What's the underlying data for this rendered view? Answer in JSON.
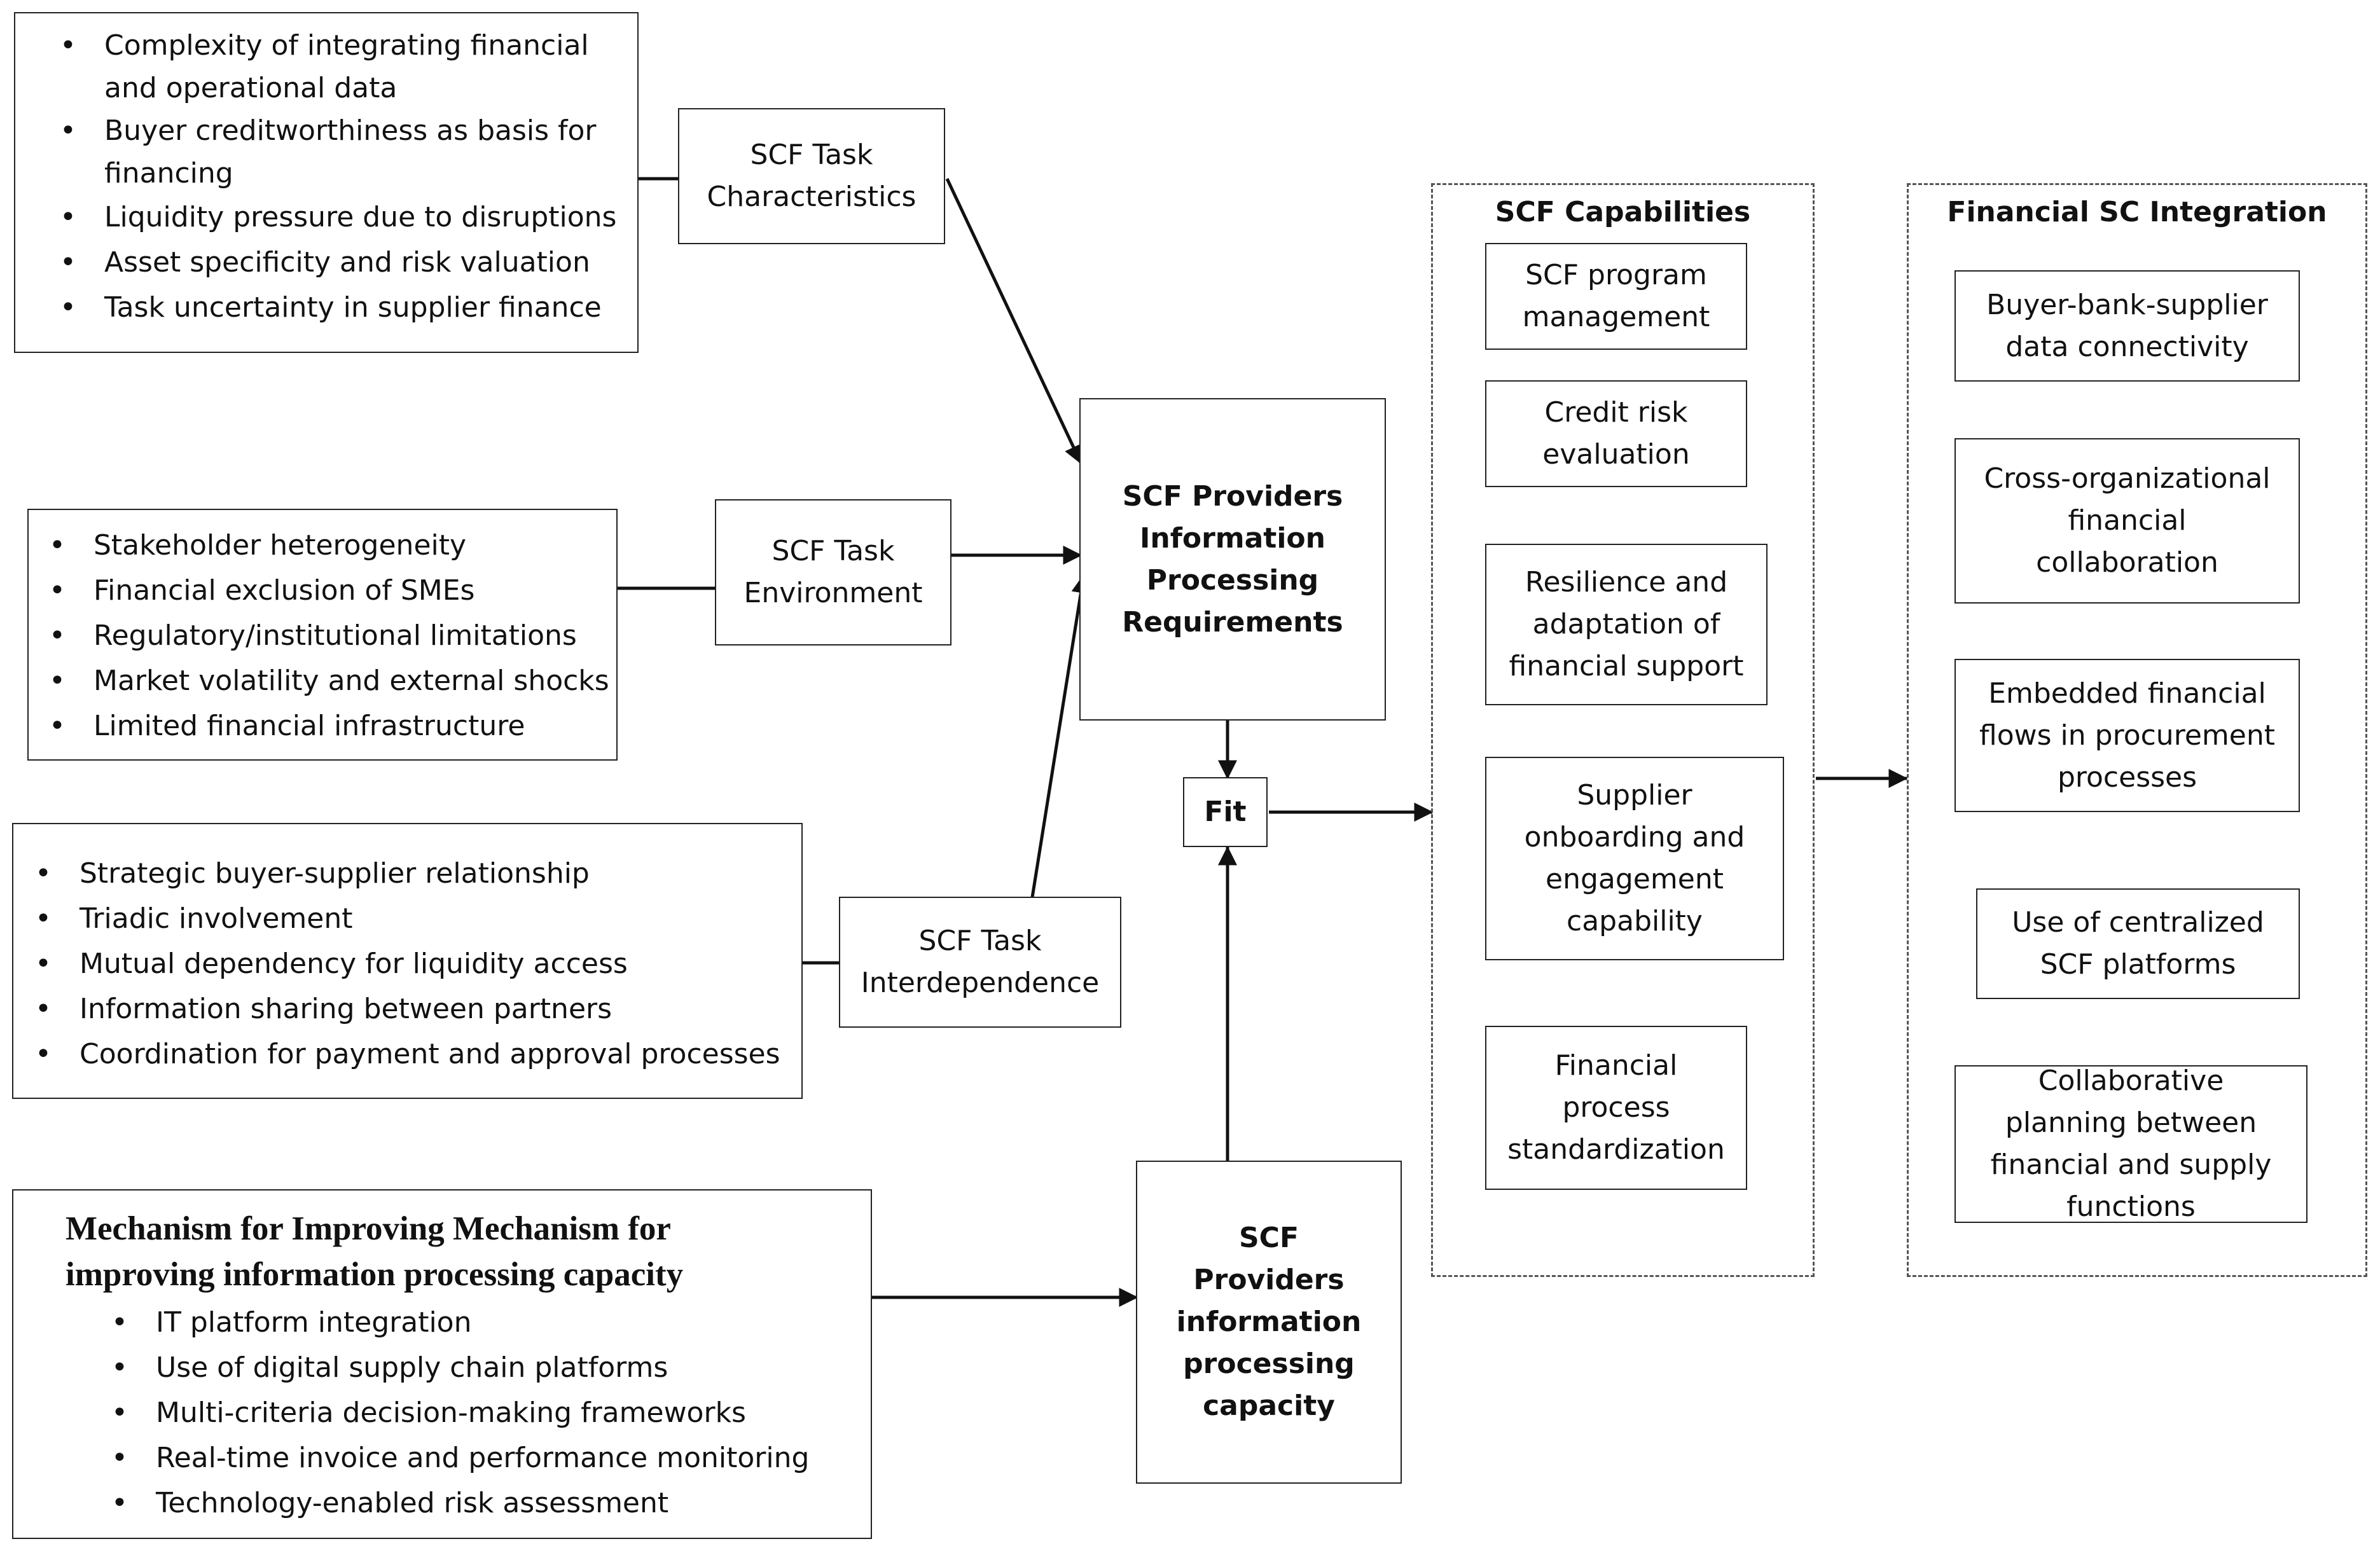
{
  "groups": {
    "task_characteristics_factors": [
      "Complexity of integrating financial and operational data",
      "Buyer creditworthiness as basis for financing",
      "Liquidity pressure due to disruptions",
      "Asset specificity and risk valuation",
      "Task uncertainty in supplier finance"
    ],
    "task_environment_factors": [
      "Stakeholder heterogeneity",
      "Financial exclusion of SMEs",
      "Regulatory/institutional limitations",
      "Market volatility and external shocks",
      "Limited financial infrastructure"
    ],
    "task_interdependence_factors": [
      "Strategic buyer-supplier relationship",
      "Triadic involvement",
      "Mutual dependency for liquidity access",
      "Information sharing between partners",
      "Coordination for payment and approval processes"
    ],
    "mechanism": {
      "title": "Mechanism for Improving Mechanism for improving information processing capacity",
      "items": [
        "IT platform integration",
        "Use of digital supply chain platforms",
        "Multi-criteria decision-making frameworks",
        "Real-time invoice and performance monitoring",
        "Technology-enabled risk assessment"
      ]
    }
  },
  "nodes": {
    "task_characteristics": "SCF Task Characteristics",
    "task_environment": "SCF Task Environment",
    "task_interdependence": "SCF Task Interdependence",
    "requirements": "SCF Providers Information Processing Requirements",
    "capacity": "SCF Providers information processing capacity",
    "fit": "Fit"
  },
  "capabilities": {
    "title": "SCF Capabilities",
    "items": [
      "SCF program management",
      "Credit risk evaluation",
      "Resilience and adaptation of financial support",
      "Supplier onboarding and engagement capability",
      "Financial process standardization"
    ]
  },
  "integration": {
    "title": "Financial SC Integration",
    "items": [
      "Buyer-bank-supplier data connectivity",
      "Cross-organizational financial collaboration",
      "Embedded financial flows in procurement processes",
      "Use of centralized SCF platforms",
      "Collaborative planning between financial and supply functions"
    ]
  }
}
